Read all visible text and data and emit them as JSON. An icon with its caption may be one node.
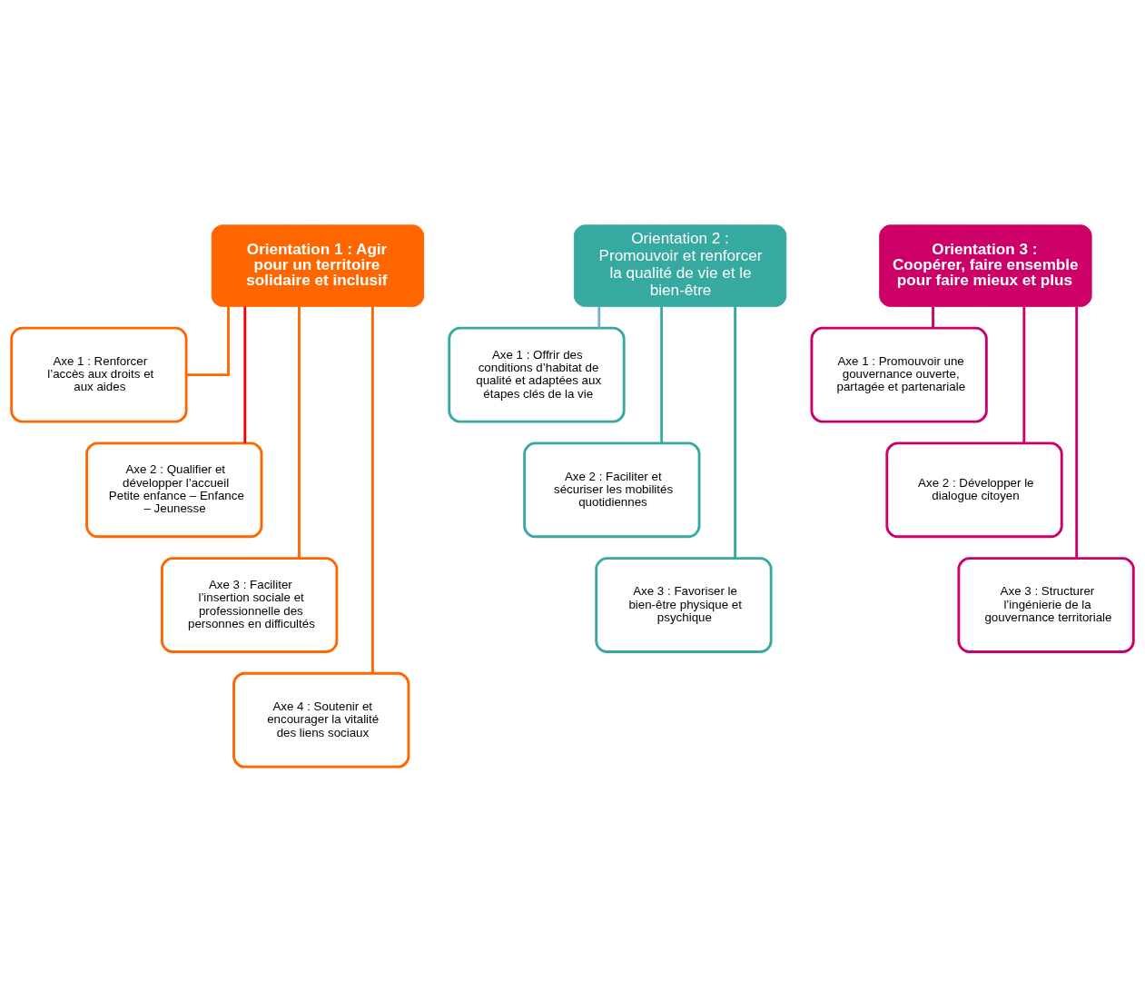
{
  "diagram": {
    "nodes": [
      {
        "text": [
          "Orientation 1 : Agir pour un territoire solidaire et inclusif"
        ]
      },
      {
        "text": [
          "Axe 1 : Renforcer l’accès aux droits et aux aides"
        ]
      },
      {
        "text": [
          "Axe 2 : Qualifier et développer l’accueil Petite enfance – Enfance – Jeunesse"
        ]
      },
      {
        "text": [
          "Axe 3 : Faciliter l’insertion sociale et professionnelle des personnes en difficultés"
        ]
      },
      {
        "text": [
          "Axe 4 : Soutenir et encourager la vitalité des liens sociaux"
        ]
      },
      {
        "text": [
          "Orientation 2 : Promouvoir et renforcer la qualité de vie et le bien-être"
        ]
      },
      {
        "text": [
          "Axe 1 : Offrir des conditions d’habitat de qualité et adaptées aux étapes clés de la vie"
        ]
      },
      {
        "text": [
          "Axe 2 : Faciliter et sécuriser les mobilités quotidiennes"
        ]
      },
      {
        "text": [
          "Axe 3 : Favoriser le bien-être physique et psychique"
        ]
      },
      {
        "text": [
          "Orientation 3 : Coopérer, faire ensemble pour faire mieux et plus"
        ]
      },
      {
        "text": [
          "Axe 1 : Promouvoir une gouvernance ouverte, partagée et partenariale"
        ]
      },
      {
        "text": [
          "Axe 2 : Développer le dialogue citoyen"
        ]
      },
      {
        "text": [
          "Axe 3 : Structurer l’ingénierie de la gouvernance territoriale"
        ]
      }
    ],
    "edges": [
      {
        "from": 0,
        "to": 1,
        "arrow": "none",
        "color": "#ff6600"
      },
      {
        "from": 0,
        "to": 2,
        "arrow": "none",
        "color": "#ff0000"
      },
      {
        "from": 0,
        "to": 3,
        "arrow": "none",
        "color": "#ff6600"
      },
      {
        "from": 0,
        "to": 4,
        "arrow": "none",
        "color": "#ff6600"
      },
      {
        "from": 5,
        "to": 6,
        "arrow": "none",
        "color": "#6fb3d2"
      },
      {
        "from": 5,
        "to": 7,
        "arrow": "none",
        "color": "#36a9a1"
      },
      {
        "from": 5,
        "to": 8,
        "arrow": "none",
        "color": "#36a9a1"
      },
      {
        "from": 9,
        "to": 10,
        "arrow": "none",
        "color": "#cc0066"
      },
      {
        "from": 9,
        "to": 11,
        "arrow": "none",
        "color": "#cc0066"
      },
      {
        "from": 9,
        "to": 12,
        "arrow": "none",
        "color": "#cc0066"
      }
    ]
  }
}
